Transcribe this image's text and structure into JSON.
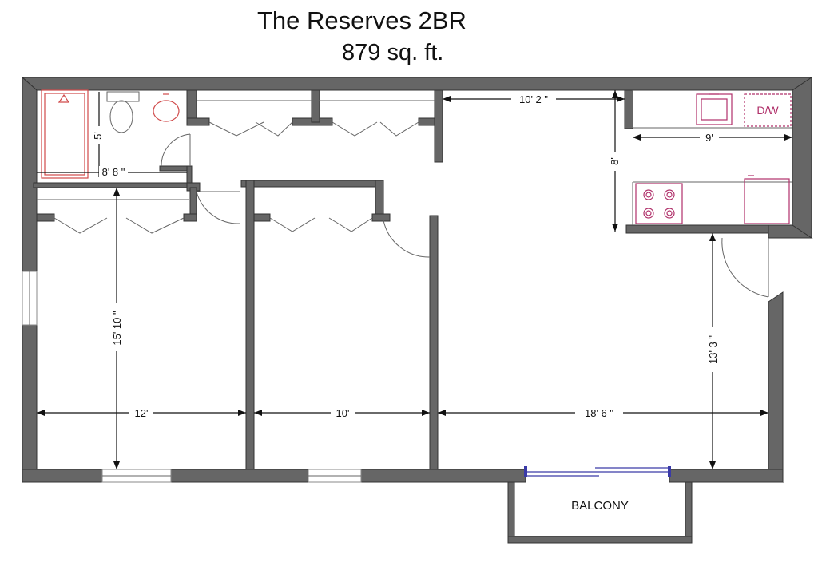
{
  "plan": {
    "title": "The Reserves 2BR",
    "area": "879 sq. ft."
  },
  "dimensions": {
    "bath_depth": "5'",
    "bath_width": "8' 8 \"",
    "living_top": "10' 2 \"",
    "kitchen_width": "9'",
    "kitchen_depth": "8'",
    "bedroom1_depth": "15' 10 \"",
    "bedroom1_width": "12'",
    "bedroom2_width": "10'",
    "living_width": "18' 6 \"",
    "living_depth": "13' 3 \""
  },
  "labels": {
    "balcony": "BALCONY",
    "dishwasher": "D/W"
  },
  "colors": {
    "wall": "#666666",
    "fixture": "#b0306a",
    "bath_fixture": "#d04a4a",
    "door_glass": "#3a3aa8"
  }
}
